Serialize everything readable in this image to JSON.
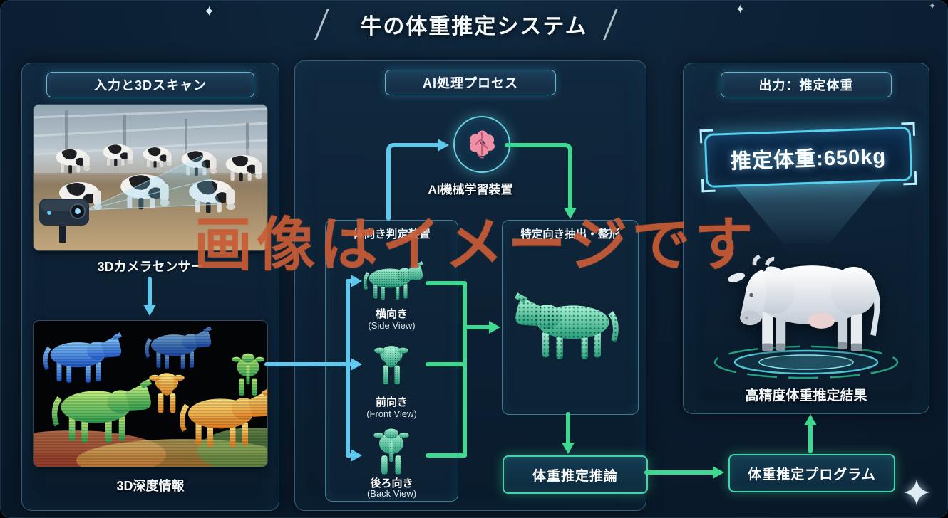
{
  "title": "牛の体重推定システム",
  "watermark": "画像はイメージです",
  "input_panel": {
    "header": "入力と3Dスキャン",
    "camera_caption": "3Dカメラセンサー",
    "depth_caption": "3D深度情報"
  },
  "ai_panel": {
    "header": "AI処理プロセス",
    "ml_caption": "AI機械学習装置",
    "orientation_box_title": "体向き判定装置",
    "views": [
      {
        "jp": "横向き",
        "en": "(Side View)"
      },
      {
        "jp": "前向き",
        "en": "(Front View)"
      },
      {
        "jp": "後ろ向き",
        "en": "(Back View)"
      }
    ],
    "extract_box_title": "特定向き抽出・整形",
    "inference_label": "体重推定推論"
  },
  "output_panel": {
    "header": "出力：推定体重",
    "weight_display": "推定体重:650kg",
    "result_caption": "高精度体重推定結果"
  },
  "program_label": "体重推定プログラム",
  "icons": {
    "brain": "brain-icon (AI machine learning)",
    "sparkle": "four-point-star",
    "camera": "3d-depth-camera-projector",
    "cow_views": [
      "cow-side-silhouette",
      "cow-front-silhouette",
      "cow-back-silhouette"
    ],
    "output_cow": "white-3d-cow-model"
  },
  "colors": {
    "background": "#0b1d30",
    "panel_border": "#58a0b9",
    "arrow_cyan": "#5fc8ec",
    "arrow_green": "#3ed991",
    "accent_glow": "#56d8e8",
    "pointcloud_teal": "#3fd0a0",
    "watermark": "#c85c36"
  }
}
